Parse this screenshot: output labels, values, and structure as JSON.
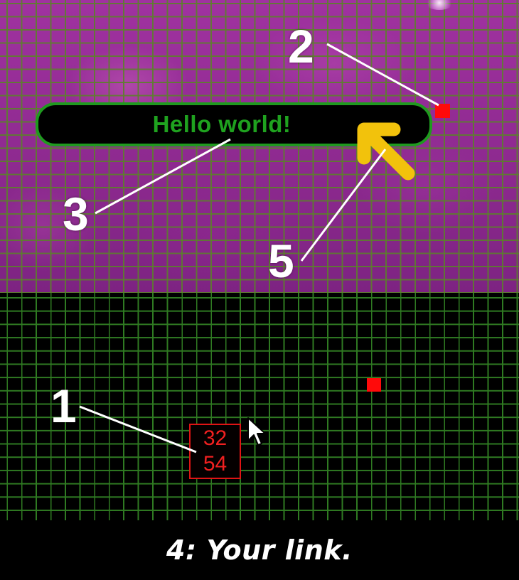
{
  "screen": {
    "hello_text": "Hello world!",
    "coordinates": {
      "x": "32",
      "y": "54"
    }
  },
  "callouts": {
    "c1": "1",
    "c2": "2",
    "c3": "3",
    "c5": "5"
  },
  "caption": "4: Your link.",
  "colors": {
    "grid_line": "#2f7a22",
    "hello_border": "#1f9a1f",
    "hello_text": "#1fa21f",
    "marker_red": "#ff0a0a",
    "arrow_yellow": "#f2c20c",
    "top_background": "#9a2e9c"
  },
  "icons": {
    "arrow": "arrow-up-left-icon",
    "cursor": "mouse-cursor-icon",
    "marker": "red-square-marker"
  }
}
